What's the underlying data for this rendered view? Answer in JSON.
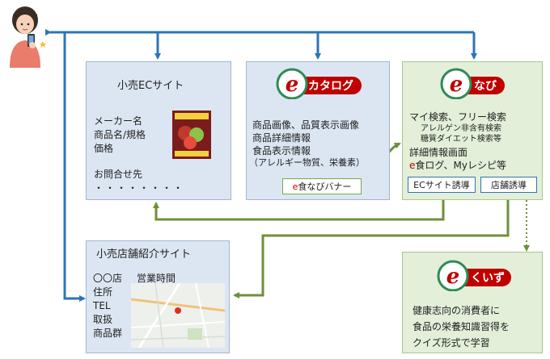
{
  "ec_site": {
    "title": "小売ECサイト",
    "lines": [
      "メーカー名",
      "商品名/規格",
      "価格"
    ],
    "contact": "お問合せ先",
    "dots": "・・・・・・・・"
  },
  "catalog": {
    "logo_text": "カタログ",
    "lines": [
      "商品画像、品質表示画像",
      "商品詳細情報",
      "食品表示情報",
      "（アレルギー物質、栄養素）"
    ],
    "banner_prefix": "e",
    "banner_label": "食なびバナー"
  },
  "navi": {
    "logo_text": "なび",
    "line1": "マイ検索、フリー検索",
    "sub1": "アレルゲン非含有検索",
    "sub2": "糖質ダイエット検索等",
    "line2": "詳細情報画面",
    "line3_prefix": "e",
    "line3": "食ログ、Myレシピ等",
    "ec_button": "ECサイト誘導",
    "store_button": "店舗誘導"
  },
  "store_site": {
    "title": "小売店舗紹介サイト",
    "store_name": "〇〇店",
    "hours": "営業時間",
    "lines": [
      "住所",
      "TEL",
      "取扱",
      "商品群"
    ]
  },
  "quiz": {
    "logo_text": "くいず",
    "lines": [
      "健康志向の消費者に",
      "食品の栄養知識習得を",
      "クイズ形式で学習"
    ]
  },
  "colors": {
    "blue_arrow": "#2e75b6",
    "green_arrow": "#6f8f3a",
    "blue_box": "#dce6f2",
    "green_box": "#e3efd9",
    "logo_red": "#c00000",
    "logo_green": "#2e8b57"
  }
}
